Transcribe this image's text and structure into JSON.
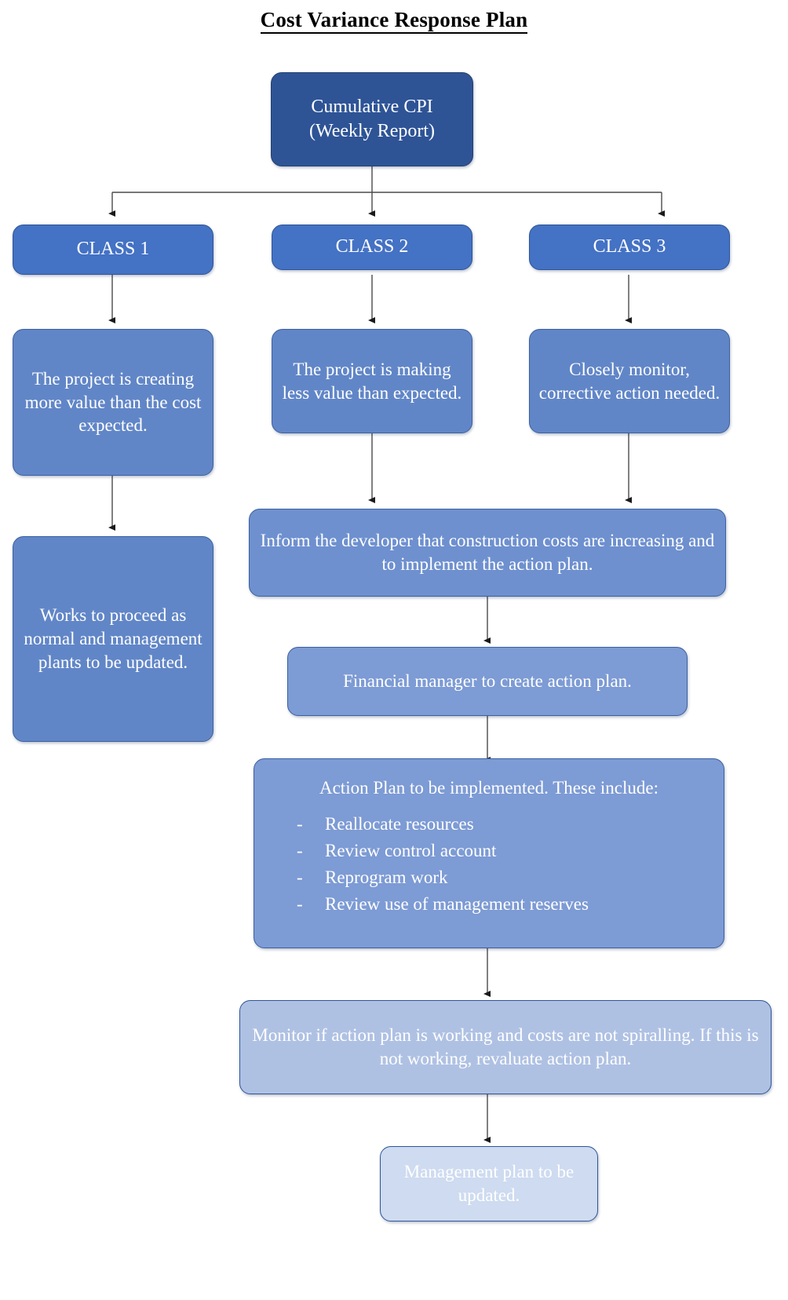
{
  "title": "Cost Variance Response Plan",
  "nodes": {
    "root": "Cumulative CPI\n(Weekly Report)",
    "root_line1": "Cumulative CPI",
    "root_line2": "(Weekly Report)",
    "class1": "CLASS 1",
    "class2": "CLASS 2",
    "class3": "CLASS 3",
    "class1_desc": "The project is creating more value than the cost expected.",
    "class2_desc": "The project is making less value than expected.",
    "class3_desc": "Closely monitor, corrective action needed.",
    "class1_action": "Works to proceed as normal and management plants to be updated.",
    "inform": "Inform the developer that construction costs are increasing and to implement the action plan.",
    "financial": "Financial manager to create action plan.",
    "action_plan_heading": "Action Plan to be implemented. These include:",
    "action_plan_items": [
      "Reallocate resources",
      "Review control account",
      "Reprogram work",
      "Review use of management reserves"
    ],
    "bullet_marker": "-",
    "monitor": "Monitor if action plan is working and costs are not spiralling. If this is not working, revaluate action plan.",
    "management_plan": "Management plan to be updated."
  },
  "colors": {
    "root_fill": "#2E5496",
    "class_fill": "#4472C4",
    "desc_fill": "#6186C7",
    "inform_fill": "#6E90CF",
    "financial_fill": "#7D9BD4",
    "monitor_fill": "#AFC1E3",
    "final_fill": "#CEDBF0",
    "connector": "#333333",
    "text_on_box": "#FFFFFF",
    "title_text": "#000000"
  }
}
